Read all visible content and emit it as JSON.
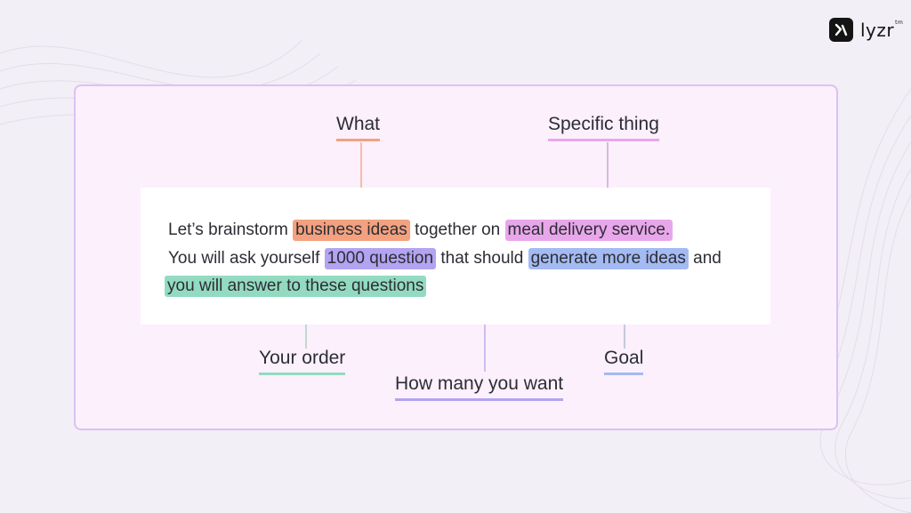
{
  "brand": {
    "name": "lyzr",
    "mark": "tm"
  },
  "prompt": {
    "line1": {
      "before": "Let’s brainstorm",
      "highlight1": "business ideas",
      "middle": "together on",
      "highlight2": "meal delivery service."
    },
    "line2": {
      "before": "You will ask yourself",
      "highlight1": "1000 question",
      "middle": "that should",
      "highlight2": "generate more ideas",
      "after": "and"
    },
    "line3": {
      "highlight1": "you will answer to these questions"
    }
  },
  "labels": {
    "what": "What",
    "specific_thing": "Specific thing",
    "your_order": "Your order",
    "how_many": "How many you want",
    "goal": "Goal"
  },
  "colors": {
    "what": "#f3a17f",
    "specific_thing": "#e9a7eb",
    "how_many": "#b3a3f1",
    "goal": "#a3baf2",
    "your_order": "#93dbc0",
    "card_border": "#dcc2ef",
    "card_background": "#fbf0fb"
  },
  "icons": {
    "brand_logo": "lyzr-logo-icon"
  }
}
